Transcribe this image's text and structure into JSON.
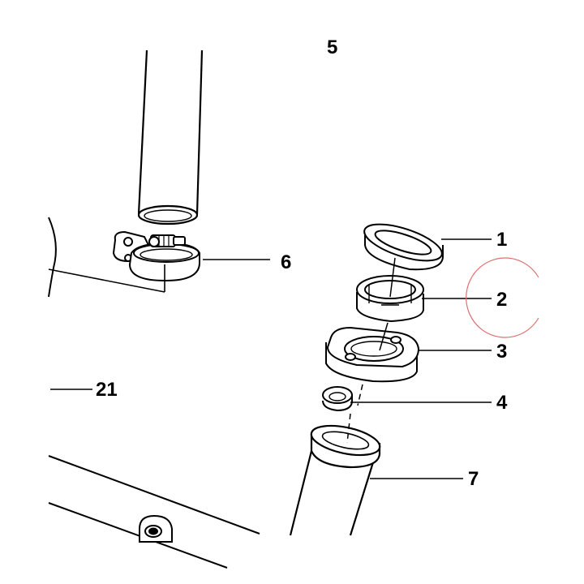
{
  "diagram": {
    "callouts": {
      "c1": "1",
      "c2": "2",
      "c3": "3",
      "c4": "4",
      "c6": "6",
      "c7": "7",
      "c21": "21",
      "c5_partial": "5"
    },
    "colors": {
      "line": "#000000",
      "highlight_circle": "#e07070",
      "background": "#ffffff"
    }
  }
}
